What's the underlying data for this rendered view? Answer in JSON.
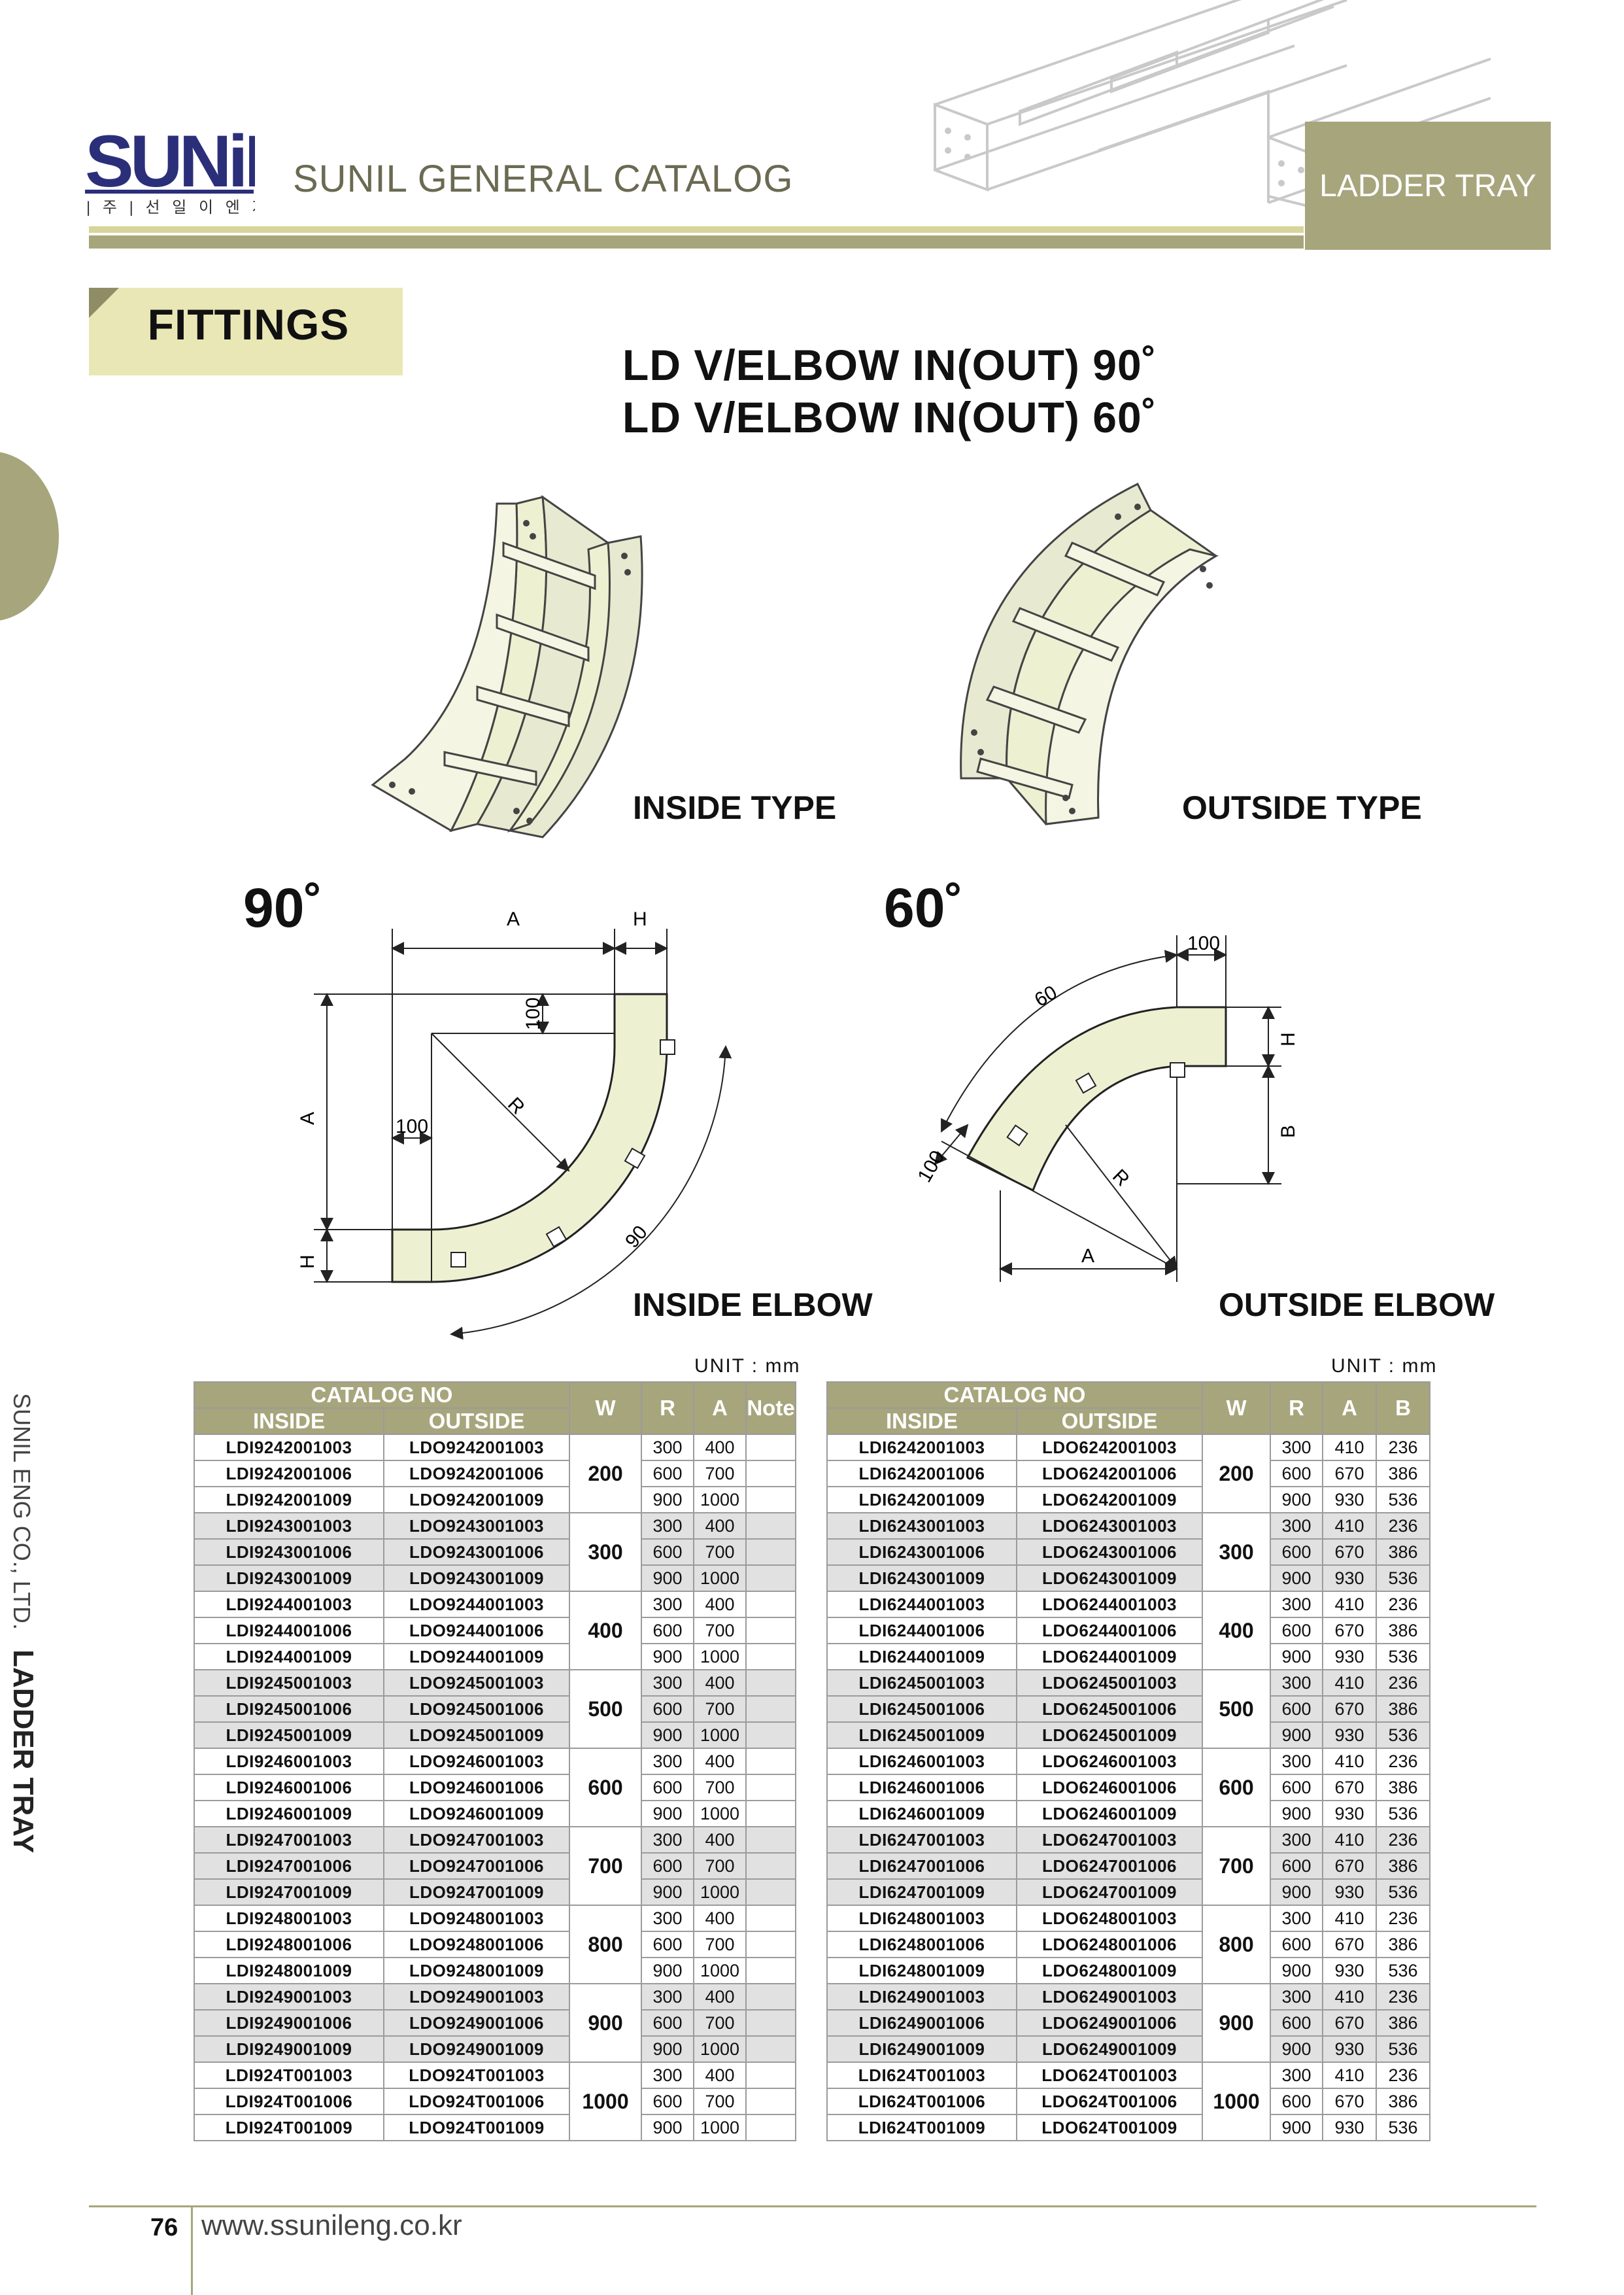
{
  "header": {
    "logo_text": "SUNiL",
    "logo_sub": "| 주 | 선 일 이 엔 지",
    "catalog_title": "SUNIL GENERAL CATALOG",
    "section_tab": "LADDER TRAY"
  },
  "section": {
    "label": "FITTINGS"
  },
  "product": {
    "title_1": "LD V/ELBOW IN(OUT) 90˚",
    "title_2": "LD V/ELBOW IN(OUT) 60˚"
  },
  "images": {
    "inside_type": "INSIDE TYPE",
    "outside_type": "OUTSIDE TYPE"
  },
  "drawings": {
    "angle_90": "90˚",
    "angle_60": "60˚",
    "inside_elbow": "INSIDE ELBOW",
    "outside_elbow": "OUTSIDE ELBOW",
    "dims_90": {
      "a": "A",
      "h": "H",
      "r": "R",
      "d100a": "100",
      "d100b": "100",
      "arc": "90"
    },
    "dims_60": {
      "d100a": "100",
      "d100b": "100",
      "arc": "60",
      "h": "H",
      "b": "B",
      "r": "R",
      "a": "A"
    }
  },
  "side": {
    "company": "SUNIL ENG CO., LTD.",
    "product": "LADDER TRAY"
  },
  "table_90": {
    "unit": "UNIT : mm",
    "headers": {
      "catalog": "CATALOG NO",
      "inside": "INSIDE",
      "outside": "OUTSIDE",
      "w": "W",
      "r": "R",
      "a": "A",
      "note": "Note"
    },
    "groups": [
      {
        "w": "200",
        "rows": [
          [
            "LDI9242001003",
            "LDO9242001003",
            "300",
            "400"
          ],
          [
            "LDI9242001006",
            "LDO9242001006",
            "600",
            "700"
          ],
          [
            "LDI9242001009",
            "LDO9242001009",
            "900",
            "1000"
          ]
        ]
      },
      {
        "w": "300",
        "rows": [
          [
            "LDI9243001003",
            "LDO9243001003",
            "300",
            "400"
          ],
          [
            "LDI9243001006",
            "LDO9243001006",
            "600",
            "700"
          ],
          [
            "LDI9243001009",
            "LDO9243001009",
            "900",
            "1000"
          ]
        ]
      },
      {
        "w": "400",
        "rows": [
          [
            "LDI9244001003",
            "LDO9244001003",
            "300",
            "400"
          ],
          [
            "LDI9244001006",
            "LDO9244001006",
            "600",
            "700"
          ],
          [
            "LDI9244001009",
            "LDO9244001009",
            "900",
            "1000"
          ]
        ]
      },
      {
        "w": "500",
        "rows": [
          [
            "LDI9245001003",
            "LDO9245001003",
            "300",
            "400"
          ],
          [
            "LDI9245001006",
            "LDO9245001006",
            "600",
            "700"
          ],
          [
            "LDI9245001009",
            "LDO9245001009",
            "900",
            "1000"
          ]
        ]
      },
      {
        "w": "600",
        "rows": [
          [
            "LDI9246001003",
            "LDO9246001003",
            "300",
            "400"
          ],
          [
            "LDI9246001006",
            "LDO9246001006",
            "600",
            "700"
          ],
          [
            "LDI9246001009",
            "LDO9246001009",
            "900",
            "1000"
          ]
        ]
      },
      {
        "w": "700",
        "rows": [
          [
            "LDI9247001003",
            "LDO9247001003",
            "300",
            "400"
          ],
          [
            "LDI9247001006",
            "LDO9247001006",
            "600",
            "700"
          ],
          [
            "LDI9247001009",
            "LDO9247001009",
            "900",
            "1000"
          ]
        ]
      },
      {
        "w": "800",
        "rows": [
          [
            "LDI9248001003",
            "LDO9248001003",
            "300",
            "400"
          ],
          [
            "LDI9248001006",
            "LDO9248001006",
            "600",
            "700"
          ],
          [
            "LDI9248001009",
            "LDO9248001009",
            "900",
            "1000"
          ]
        ]
      },
      {
        "w": "900",
        "rows": [
          [
            "LDI9249001003",
            "LDO9249001003",
            "300",
            "400"
          ],
          [
            "LDI9249001006",
            "LDO9249001006",
            "600",
            "700"
          ],
          [
            "LDI9249001009",
            "LDO9249001009",
            "900",
            "1000"
          ]
        ]
      },
      {
        "w": "1000",
        "rows": [
          [
            "LDI924T001003",
            "LDO924T001003",
            "300",
            "400"
          ],
          [
            "LDI924T001006",
            "LDO924T001006",
            "600",
            "700"
          ],
          [
            "LDI924T001009",
            "LDO924T001009",
            "900",
            "1000"
          ]
        ]
      }
    ]
  },
  "table_60": {
    "unit": "UNIT : mm",
    "headers": {
      "catalog": "CATALOG NO",
      "inside": "INSIDE",
      "outside": "OUTSIDE",
      "w": "W",
      "r": "R",
      "a": "A",
      "b": "B"
    },
    "groups": [
      {
        "w": "200",
        "rows": [
          [
            "LDI6242001003",
            "LDO6242001003",
            "300",
            "410",
            "236"
          ],
          [
            "LDI6242001006",
            "LDO6242001006",
            "600",
            "670",
            "386"
          ],
          [
            "LDI6242001009",
            "LDO6242001009",
            "900",
            "930",
            "536"
          ]
        ]
      },
      {
        "w": "300",
        "rows": [
          [
            "LDI6243001003",
            "LDO6243001003",
            "300",
            "410",
            "236"
          ],
          [
            "LDI6243001006",
            "LDO6243001006",
            "600",
            "670",
            "386"
          ],
          [
            "LDI6243001009",
            "LDO6243001009",
            "900",
            "930",
            "536"
          ]
        ]
      },
      {
        "w": "400",
        "rows": [
          [
            "LDI6244001003",
            "LDO6244001003",
            "300",
            "410",
            "236"
          ],
          [
            "LDI6244001006",
            "LDO6244001006",
            "600",
            "670",
            "386"
          ],
          [
            "LDI6244001009",
            "LDO6244001009",
            "900",
            "930",
            "536"
          ]
        ]
      },
      {
        "w": "500",
        "rows": [
          [
            "LDI6245001003",
            "LDO6245001003",
            "300",
            "410",
            "236"
          ],
          [
            "LDI6245001006",
            "LDO6245001006",
            "600",
            "670",
            "386"
          ],
          [
            "LDI6245001009",
            "LDO6245001009",
            "900",
            "930",
            "536"
          ]
        ]
      },
      {
        "w": "600",
        "rows": [
          [
            "LDI6246001003",
            "LDO6246001003",
            "300",
            "410",
            "236"
          ],
          [
            "LDI6246001006",
            "LDO6246001006",
            "600",
            "670",
            "386"
          ],
          [
            "LDI6246001009",
            "LDO6246001009",
            "900",
            "930",
            "536"
          ]
        ]
      },
      {
        "w": "700",
        "rows": [
          [
            "LDI6247001003",
            "LDO6247001003",
            "300",
            "410",
            "236"
          ],
          [
            "LDI6247001006",
            "LDO6247001006",
            "600",
            "670",
            "386"
          ],
          [
            "LDI6247001009",
            "LDO6247001009",
            "900",
            "930",
            "536"
          ]
        ]
      },
      {
        "w": "800",
        "rows": [
          [
            "LDI6248001003",
            "LDO6248001003",
            "300",
            "410",
            "236"
          ],
          [
            "LDI6248001006",
            "LDO6248001006",
            "600",
            "670",
            "386"
          ],
          [
            "LDI6248001009",
            "LDO6248001009",
            "900",
            "930",
            "536"
          ]
        ]
      },
      {
        "w": "900",
        "rows": [
          [
            "LDI6249001003",
            "LDO6249001003",
            "300",
            "410",
            "236"
          ],
          [
            "LDI6249001006",
            "LDO6249001006",
            "600",
            "670",
            "386"
          ],
          [
            "LDI6249001009",
            "LDO6249001009",
            "900",
            "930",
            "536"
          ]
        ]
      },
      {
        "w": "1000",
        "rows": [
          [
            "LDI624T001003",
            "LDO624T001003",
            "300",
            "410",
            "236"
          ],
          [
            "LDI624T001006",
            "LDO624T001006",
            "600",
            "670",
            "386"
          ],
          [
            "LDI624T001009",
            "LDO624T001009",
            "900",
            "930",
            "536"
          ]
        ]
      }
    ]
  },
  "footer": {
    "page_number": "76",
    "website": "www.ssunileng.co.kr"
  },
  "colors": {
    "accent": "#a7a57c",
    "accent_light": "#eae7b6",
    "tray_fill": "#eef0d2",
    "shade": "#e1e1e1"
  }
}
